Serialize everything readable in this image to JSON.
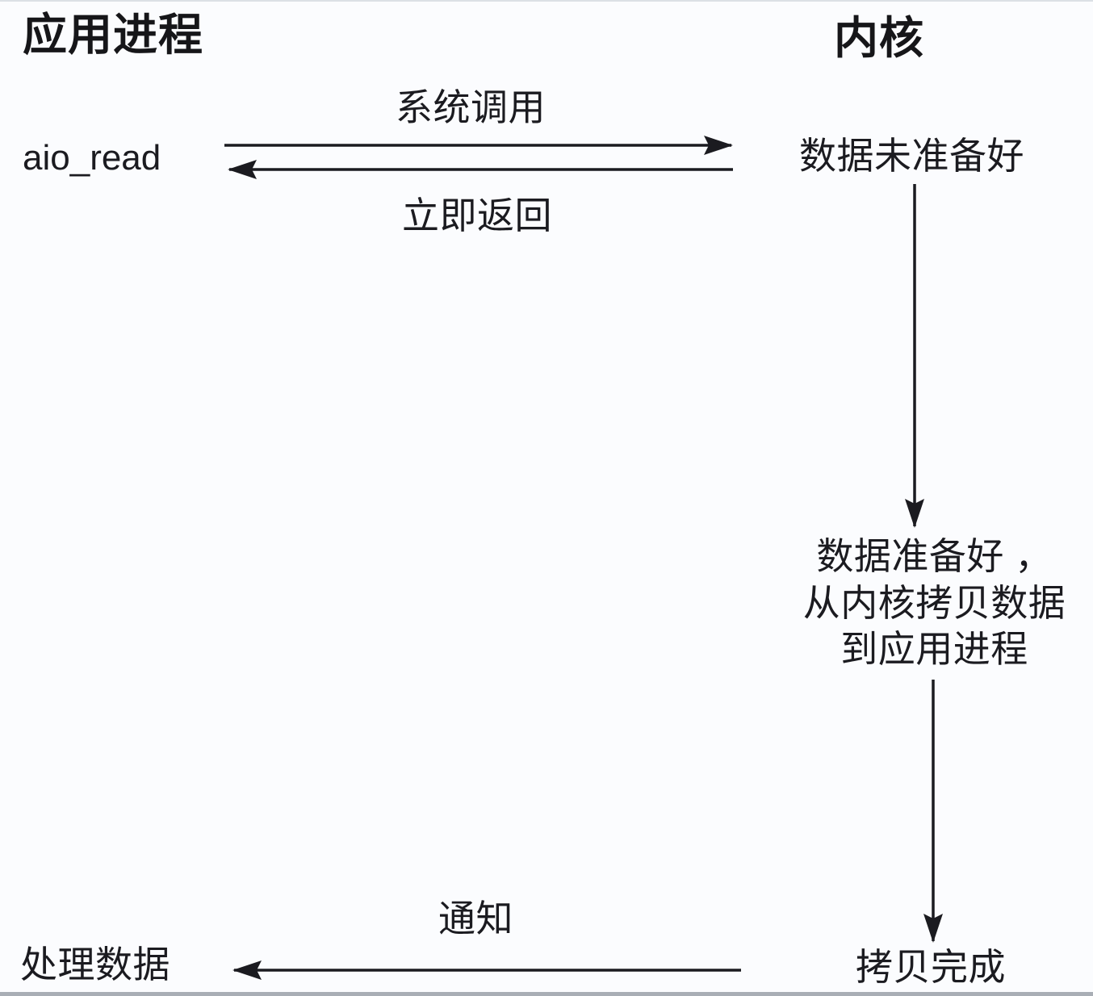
{
  "colors": {
    "background": "#fbfcfe",
    "ink": "#1b1b20"
  },
  "columns": {
    "app": {
      "title": "应用进程"
    },
    "kernel": {
      "title": "内核"
    }
  },
  "nodes": {
    "aio_read": "aio_read",
    "not_ready": "数据未准备好",
    "ready_line1": "数据准备好 ，",
    "ready_line2": "从内核拷贝数据",
    "ready_line3": "到应用进程",
    "copy_done": "拷贝完成",
    "process_data": "处理数据"
  },
  "arrow_labels": {
    "syscall": "系统调用",
    "immediate_return": "立即返回",
    "notify": "通知"
  }
}
